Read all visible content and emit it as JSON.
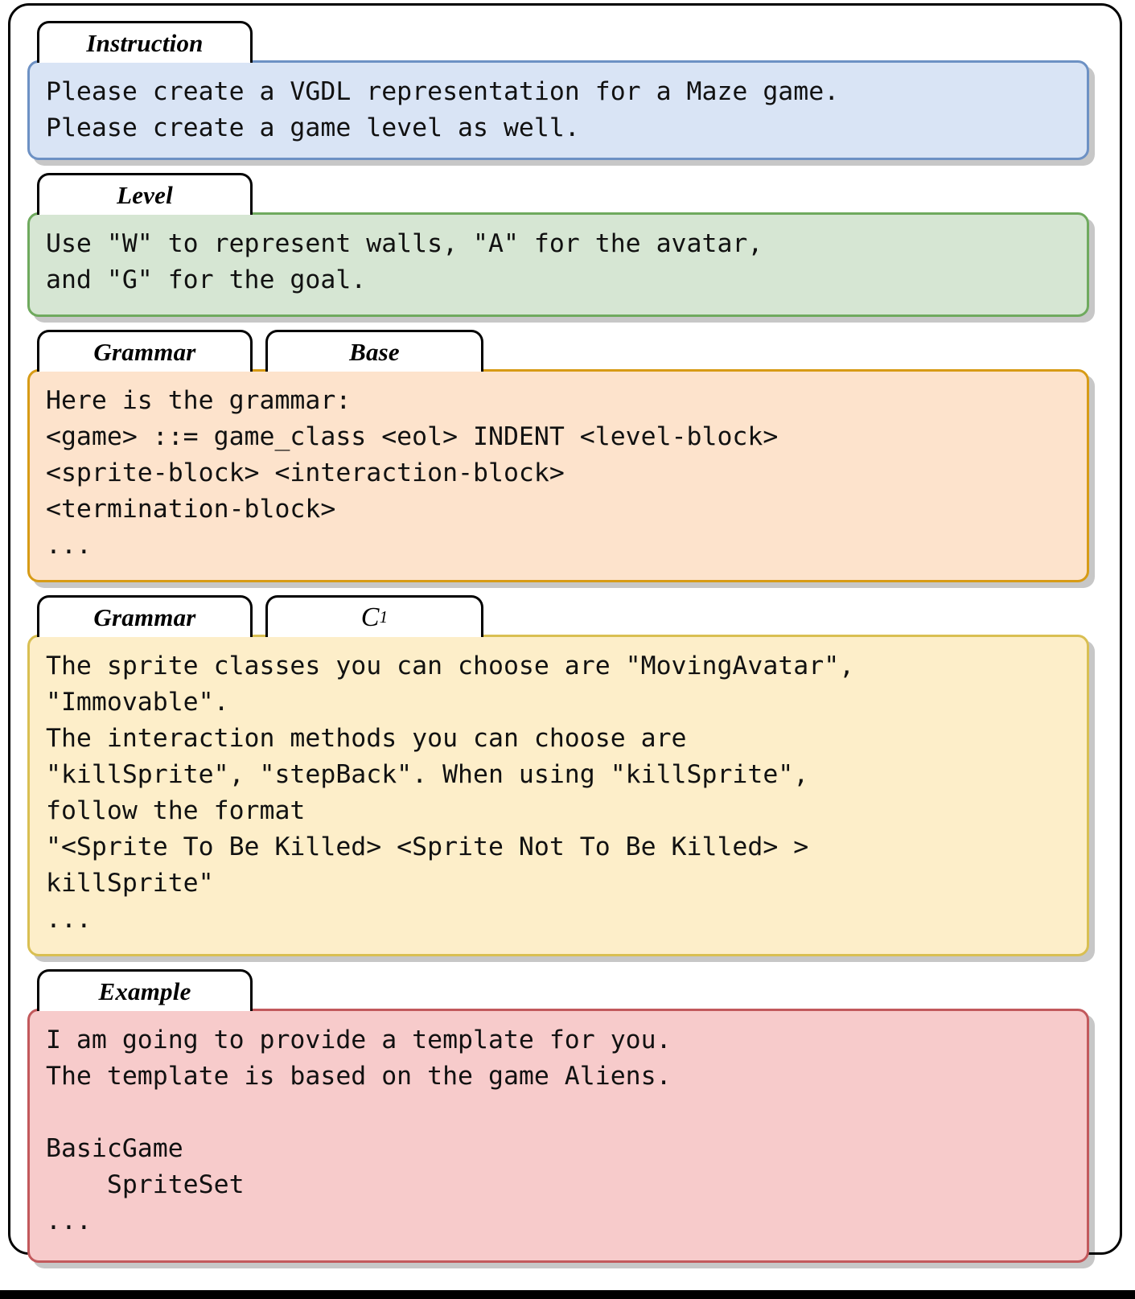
{
  "figure": {
    "title": "VGDL prompt component panels"
  },
  "panels": [
    {
      "id": "instruction",
      "tabs": [
        {
          "label": "Instruction"
        }
      ],
      "color": "#d9e4f5",
      "border_color": "#6d91c4",
      "text": "Please create a VGDL representation for a Maze game.\nPlease create a game level as well."
    },
    {
      "id": "level",
      "tabs": [
        {
          "label": "Level"
        }
      ],
      "color": "#d6e6d3",
      "border_color": "#6faa5e",
      "text": "Use \"W\" to represent walls, \"A\" for the avatar,\nand \"G\" for the goal."
    },
    {
      "id": "grammar-base",
      "tabs": [
        {
          "label": "Grammar"
        },
        {
          "label": "Base"
        }
      ],
      "color": "#fde3cc",
      "border_color": "#d79b16",
      "text": "Here is the grammar:\n<game> ::= game_class <eol> INDENT <level-block>\n<sprite-block> <interaction-block>\n<termination-block>\n..."
    },
    {
      "id": "grammar-c1",
      "tabs": [
        {
          "label": "Grammar"
        },
        {
          "label": "C",
          "subscript": "1",
          "math": true
        }
      ],
      "color": "#fdeec9",
      "border_color": "#d9bf52",
      "text": "The sprite classes you can choose are \"MovingAvatar\",\n\"Immovable\".\nThe interaction methods you can choose are\n\"killSprite\", \"stepBack\". When using \"killSprite\",\nfollow the format\n\"<Sprite To Be Killed> <Sprite Not To Be Killed> >\nkillSprite\"\n..."
    },
    {
      "id": "example",
      "tabs": [
        {
          "label": "Example"
        }
      ],
      "color": "#f7cbcb",
      "border_color": "#c2595c",
      "text": "I am going to provide a template for you.\nThe template is based on the game Aliens.\n\nBasicGame\n    SpriteSet\n..."
    }
  ]
}
